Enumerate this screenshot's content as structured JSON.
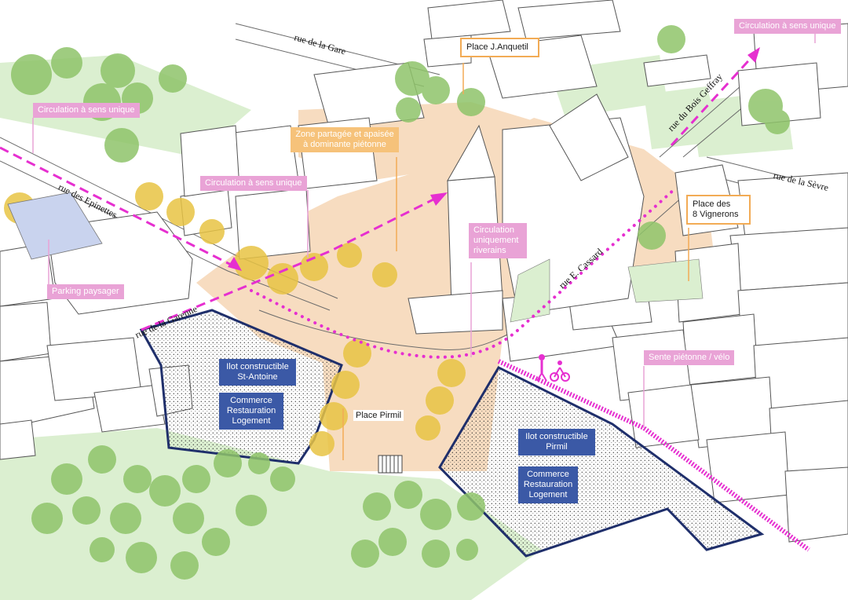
{
  "callouts": {
    "one_way_west": "Circulation à sens unique",
    "one_way_center": "Circulation à sens unique",
    "one_way_east": "Circulation à sens unique",
    "shared_zone_line1": "Zone partagée et apaisée",
    "shared_zone_line2": "à dominante piétonne",
    "residents_line1": "Circulation",
    "residents_line2": "uniquement",
    "residents_line3": "riverains",
    "parking": "Parking paysager",
    "path": "Sente piétonne / vélo"
  },
  "places": {
    "anquetil": "Place J.Anquetil",
    "vignerons_line1": "Place des",
    "vignerons_line2": "8 Vignerons",
    "pirmil": "Place  Pirmil"
  },
  "lots": {
    "st_antoine_title_line1": "Ilot constructible",
    "st_antoine_title_line2": "St-Antoine",
    "st_antoine_uses_line1": "Commerce",
    "st_antoine_uses_line2": "Restauration",
    "st_antoine_uses_line3": "Logement",
    "pirmil_title_line1": "Ilot constructible",
    "pirmil_title_line2": "Pirmil",
    "pirmil_uses_line1": "Commerce",
    "pirmil_uses_line2": "Restauration",
    "pirmil_uses_line3": "Logement"
  },
  "streets": {
    "gare": "rue de la Gare",
    "bois_geffray": "rue du Bois Geffray",
    "sevre": "rue de la Sèvre",
    "epinettes": "rue des Epinettes",
    "cassard": "rue E. Cassard",
    "garenne": "rue de la Garenne"
  },
  "colors": {
    "pink": "#e9a3d6",
    "magenta": "#e62fd0",
    "orange": "#f6c27a",
    "orange_outline": "#f2ab55",
    "navy": "#3b59a6",
    "lot_border": "#1f2f6b",
    "plaza": "#f7dcc0",
    "green": "#dbefd0",
    "tree_green": "#8fc46a",
    "tree_yellow": "#e8c444"
  }
}
